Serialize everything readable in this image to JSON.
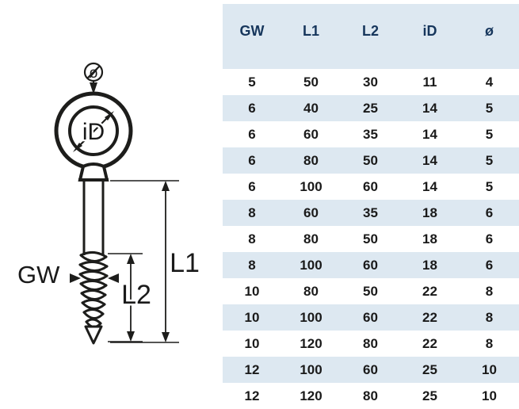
{
  "drawing": {
    "name": "eye-bolt-wood-screw-diagram",
    "labels": {
      "outer_diameter": "ø",
      "inner_diameter": "iD",
      "thread_size": "GW",
      "total_length": "L1",
      "thread_length": "L2"
    },
    "line_color": "#1d1d1b"
  },
  "table": {
    "headers": [
      "GW",
      "L1",
      "L2",
      "iD",
      "ø"
    ],
    "rows": [
      [
        "5",
        "50",
        "30",
        "11",
        "4"
      ],
      [
        "6",
        "40",
        "25",
        "14",
        "5"
      ],
      [
        "6",
        "60",
        "35",
        "14",
        "5"
      ],
      [
        "6",
        "80",
        "50",
        "14",
        "5"
      ],
      [
        "6",
        "100",
        "60",
        "14",
        "5"
      ],
      [
        "8",
        "60",
        "35",
        "18",
        "6"
      ],
      [
        "8",
        "80",
        "50",
        "18",
        "6"
      ],
      [
        "8",
        "100",
        "60",
        "18",
        "6"
      ],
      [
        "10",
        "80",
        "50",
        "22",
        "8"
      ],
      [
        "10",
        "100",
        "60",
        "22",
        "8"
      ],
      [
        "10",
        "120",
        "80",
        "22",
        "8"
      ],
      [
        "12",
        "100",
        "60",
        "25",
        "10"
      ],
      [
        "12",
        "120",
        "80",
        "25",
        "10"
      ]
    ],
    "colors": {
      "header_background": "#dde8f1",
      "header_text": "#16365c",
      "stripe_background": "#dde8f1",
      "row_background": "#ffffff",
      "cell_text": "#1a1a1a"
    }
  }
}
